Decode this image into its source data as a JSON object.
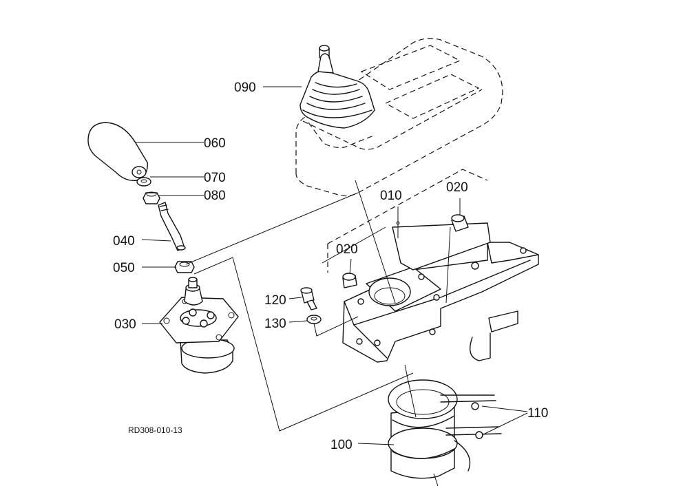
{
  "diagram": {
    "drawing_code": "RD308-010-13",
    "callouts": {
      "p090": "090",
      "p060": "060",
      "p070": "070",
      "p080": "080",
      "p040": "040",
      "p050": "050",
      "p030": "030",
      "p010": "010",
      "p020a": "020",
      "p020b": "020",
      "p120": "120",
      "p130": "130",
      "p110": "110",
      "p100": "100"
    }
  }
}
